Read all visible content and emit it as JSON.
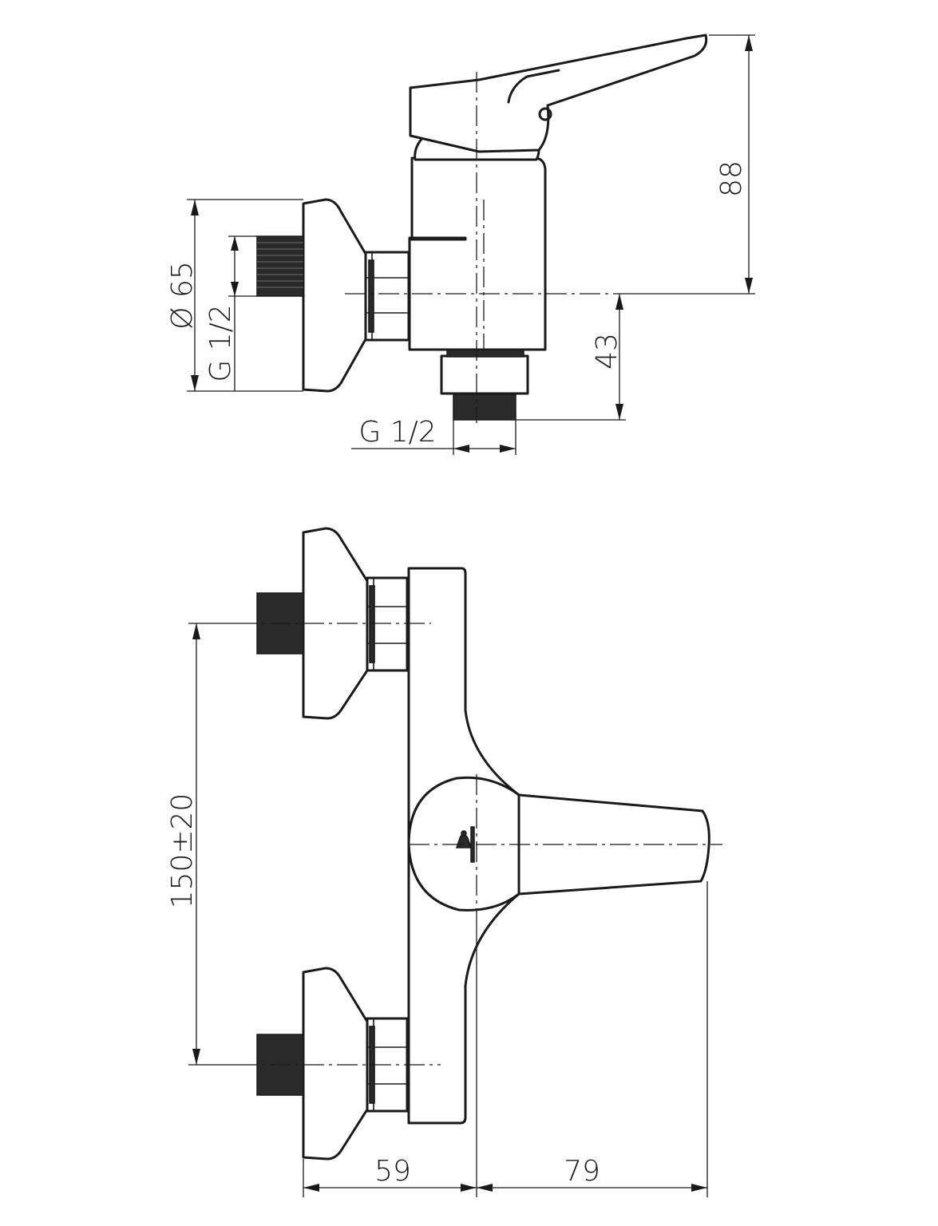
{
  "dimensions": {
    "diameter_label": "Ø 65",
    "side_inlet_thread": "G 1/2",
    "height_label": "88",
    "outlet_offset_label": "43",
    "outlet_thread": "G 1/2",
    "inlet_spacing": "150±20",
    "wall_to_body_center": "59",
    "body_center_to_lever": "79"
  }
}
